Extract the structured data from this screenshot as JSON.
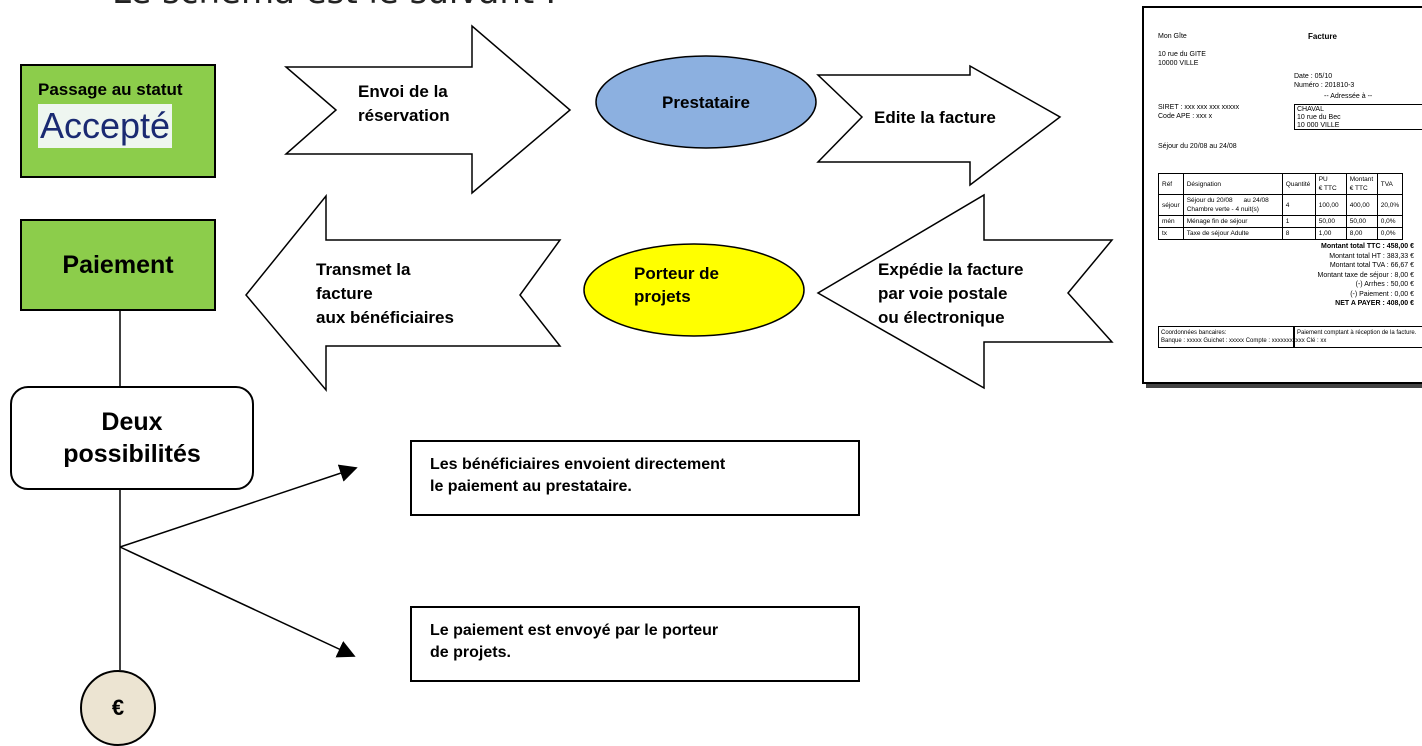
{
  "heading": "Le schéma est le suivant :",
  "status": {
    "line1": "Passage au statut",
    "line2": "Accepté"
  },
  "arrows": {
    "envoi": [
      "Envoi de la",
      "réservation"
    ],
    "edite": [
      "Edite la facture"
    ],
    "expedie": [
      "Expédie la facture",
      "par voie postale",
      "ou électronique"
    ],
    "transmet": [
      "Transmet la",
      "facture",
      "aux bénéficiaires"
    ]
  },
  "nodes": {
    "prestataire": [
      "Prestataire"
    ],
    "porteur": [
      "Porteur de",
      "projets"
    ]
  },
  "colors": {
    "green": "#8ccd4b",
    "blue_ellipse": "#8cb0e0",
    "yellow_ellipse": "#ffff00",
    "euro_bg": "#ece4d2"
  },
  "paiement": "Paiement",
  "deux": [
    "Deux",
    "possibilités"
  ],
  "options": [
    [
      "Les bénéficiaires envoient directement",
      "le paiement au prestataire."
    ],
    [
      "Le paiement est envoyé par le porteur",
      "de projets."
    ]
  ],
  "euro": "€",
  "invoice": {
    "sender": "Mon Gîte",
    "title": "Facture",
    "addr1": "10 rue du GITE",
    "addr2": "10000 VILLE",
    "date": "Date : 05/10",
    "numero": "Numéro : 201810-3",
    "adressee": "-- Adressée à --",
    "siret": "SIRET : xxx xxx xxx xxxxx",
    "ape": "Code APE : xxx x",
    "client1": "CHAVAL",
    "client2": "10 rue du Bec",
    "client3": "10 000 VILLE",
    "sejour": "Séjour du 20/08     au 24/08",
    "headers": [
      "Réf",
      "Désignation",
      "Quantité",
      "PU\n€ TTC",
      "Montant\n€ TTC",
      "TVA"
    ],
    "rows": [
      [
        "séjour",
        "Séjour du 20/08      au 24/08\nChambre verte - 4 nuit(s)",
        "4",
        "100,00",
        "400,00",
        "20,0%"
      ],
      [
        "mén",
        "Ménage fin de séjour",
        "1",
        "50,00",
        "50,00",
        "0,0%"
      ],
      [
        "tx",
        "Taxe de séjour Adulte",
        "8",
        "1,00",
        "8,00",
        "0,0%"
      ]
    ],
    "totals": [
      "Montant total TTC :  458,00 €",
      "Montant total HT :  383,33 €",
      "Montant total TVA :  66,67 €",
      "Montant taxe de séjour :  8,00 €",
      "(-) Arrhes :  50,00 €",
      "(-) Paiement :  0,00 €",
      "NET A PAYER :  408,00 €"
    ],
    "bank1": "Coordonnées bancaires:",
    "bank2": "Banque : xxxxx Guichet : xxxxx Compte : xxxxxxxxxxx Clé : xx",
    "payment": "Paiement comptant à réception de la facture."
  }
}
